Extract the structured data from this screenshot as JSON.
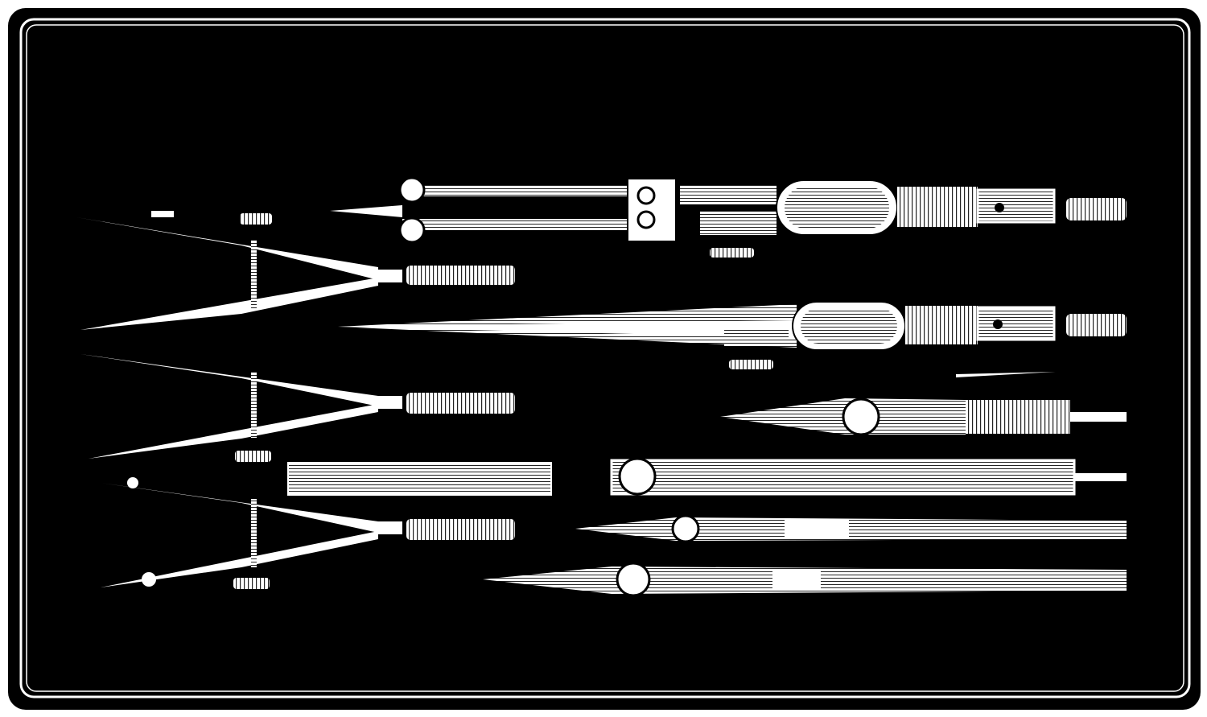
{
  "colors": {
    "background": "#ffffff",
    "case_lining": "#000000",
    "engraving": "#ffffff",
    "shading": "#9a9a9a"
  },
  "instruments": [
    {
      "name": "compass-with-needle-point"
    },
    {
      "name": "compass-with-lengthening-bar"
    },
    {
      "name": "dividers-upper"
    },
    {
      "name": "dividers-middle"
    },
    {
      "name": "dividers-lower"
    },
    {
      "name": "lead-holder-case"
    },
    {
      "name": "ruling-pen-short"
    },
    {
      "name": "ruling-pen-long"
    },
    {
      "name": "ruling-pen-medium"
    },
    {
      "name": "ruling-pen-longest"
    }
  ]
}
